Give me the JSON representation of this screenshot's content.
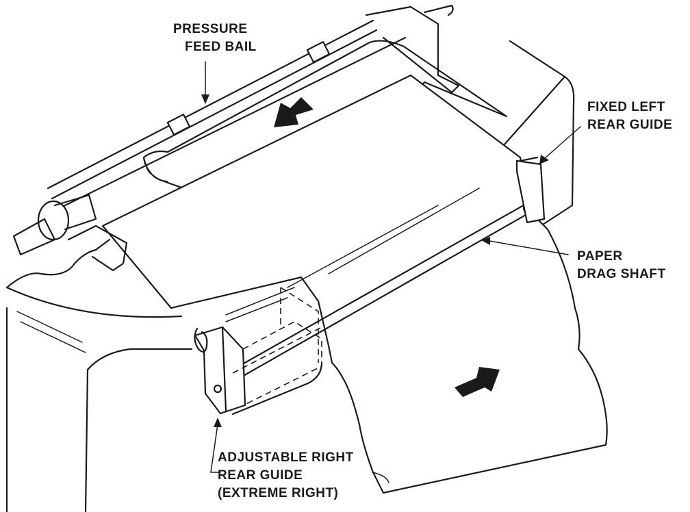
{
  "labels": {
    "pressure_feed_bail": [
      "PRESSURE",
      "FEED BAIL"
    ],
    "fixed_left_rear_guide": [
      "FIXED LEFT",
      "REAR GUIDE"
    ],
    "paper_drag_shaft": [
      "PAPER",
      "DRAG SHAFT"
    ],
    "adjustable_right_rear_guide": [
      "ADJUSTABLE RIGHT",
      "REAR GUIDE",
      "(EXTREME RIGHT)"
    ]
  }
}
